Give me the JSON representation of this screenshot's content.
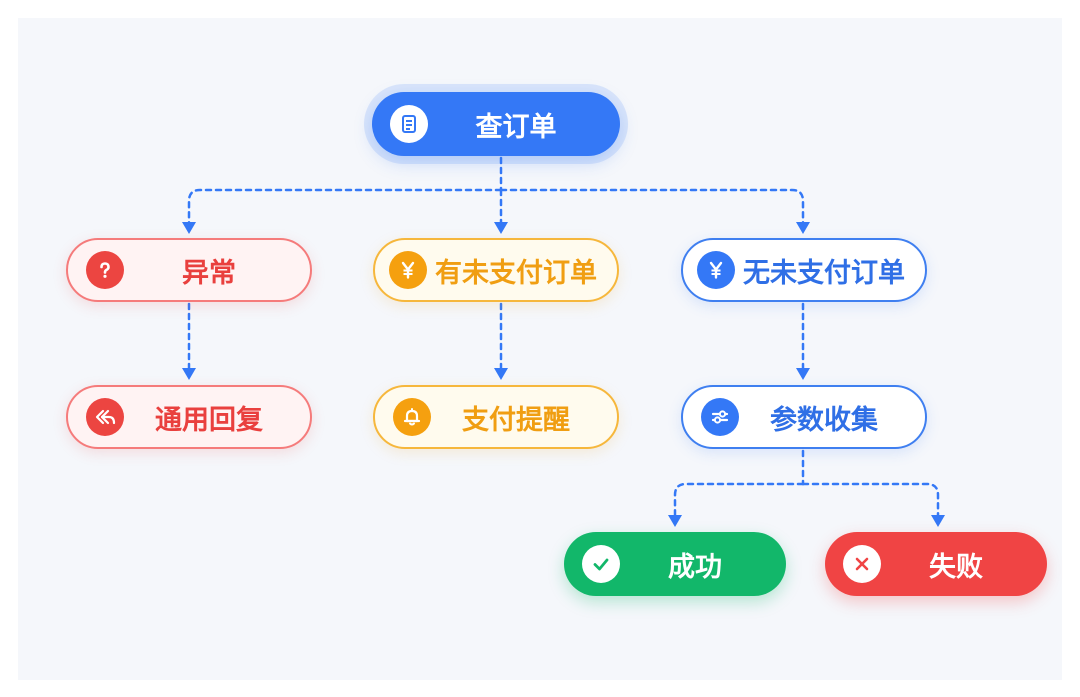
{
  "nodes": {
    "root": {
      "label": "查订单",
      "icon": "order-list-icon"
    },
    "exception": {
      "label": "异常",
      "icon": "question-icon"
    },
    "has_unpaid": {
      "label": "有未支付订单",
      "icon": "yen-icon"
    },
    "no_unpaid": {
      "label": "无未支付订单",
      "icon": "yen-icon"
    },
    "generic_reply": {
      "label": "通用回复",
      "icon": "reply-all-icon"
    },
    "payment_reminder": {
      "label": "支付提醒",
      "icon": "bell-icon"
    },
    "param_collect": {
      "label": "参数收集",
      "icon": "sliders-icon"
    },
    "success": {
      "label": "成功",
      "icon": "check-icon"
    },
    "failure": {
      "label": "失败",
      "icon": "close-icon"
    }
  },
  "colors": {
    "blue": "#3478f6",
    "red": "#ec4541",
    "yellow": "#f5a00f",
    "green": "#12b76a",
    "connector": "#3478f6"
  }
}
